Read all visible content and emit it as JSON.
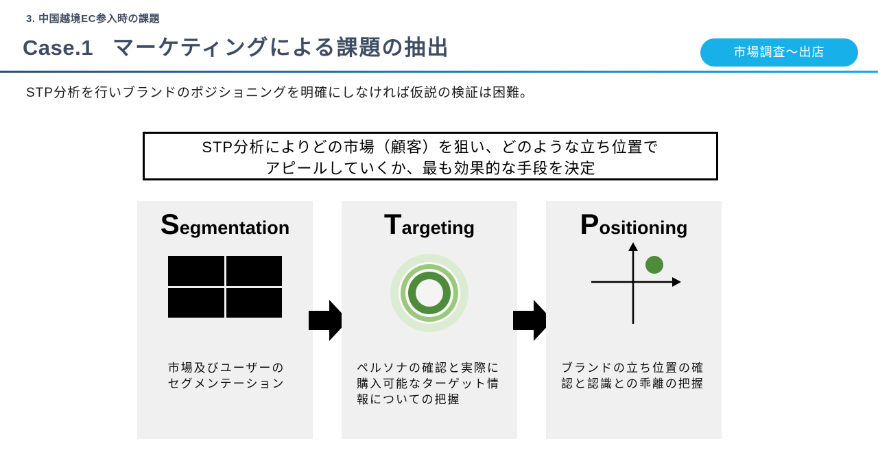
{
  "header": {
    "section_label": "3. 中国越境EC参入時の課題",
    "case_label": "Case.1",
    "title": "マーケティングによる課題の抽出",
    "badge": "市場調査〜出店",
    "subtitle": "STP分析を行いブランドのポジショニングを明確にしなければ仮説の検証は困難。"
  },
  "key_message": {
    "line1": "STP分析によりどの市場（顧客）を狙い、どのような立ち位置で",
    "line2": "アピールしていくか、最も効果的な手段を決定"
  },
  "columns": [
    {
      "title": "Segmentation",
      "icon": "grid-2x2",
      "desc_lines": [
        "市場及びユーザーの",
        "セグメンテーション"
      ]
    },
    {
      "title": "Targeting",
      "icon": "bullseye",
      "desc_lines": [
        "ペルソナの確認と実際に",
        "購入可能なターゲット情",
        "報についての把握"
      ]
    },
    {
      "title": "Positioning",
      "icon": "axes-scatter-dot",
      "desc_lines": [
        "ブランドの立ち位置の確",
        "認と認識との乖離の把握"
      ]
    }
  ],
  "flow": {
    "arrow_icon": "block-arrow-right"
  },
  "colors": {
    "heading": "#3e4d63",
    "accent_blue": "#18b0e8",
    "divider_left": "#2e4f74",
    "divider_right": "#14a9e4",
    "panel_bg": "#f0f0f0",
    "green_pale": "#dcecd2",
    "green_mid": "#9cc87e",
    "green_dark": "#4e8b3a",
    "icon_black": "#000000"
  }
}
